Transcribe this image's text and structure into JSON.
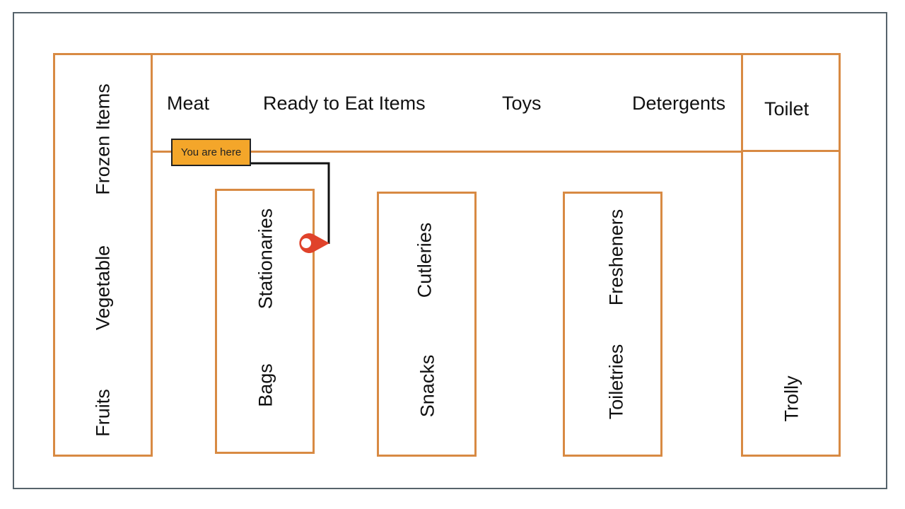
{
  "map": {
    "left_column": {
      "top": "Frozen Items",
      "middle": "Vegetable",
      "bottom": "Fruits"
    },
    "top_row": [
      "Meat",
      "Ready to Eat Items",
      "Toys",
      "Detergents"
    ],
    "right_column": {
      "top": "Toilet",
      "bottom": "Trolly"
    },
    "aisles": [
      {
        "top": "Stationaries",
        "bottom": "Bags"
      },
      {
        "top": "Cutleries",
        "bottom": "Snacks"
      },
      {
        "top": "Fresheners",
        "bottom": "Toiletries"
      }
    ],
    "marker": {
      "label": "You are here",
      "icon": "map-pin-icon"
    }
  },
  "colors": {
    "wall": "#d88a43",
    "frame": "#56636b",
    "callout": "#f4a62a",
    "pin": "#e0432b"
  }
}
